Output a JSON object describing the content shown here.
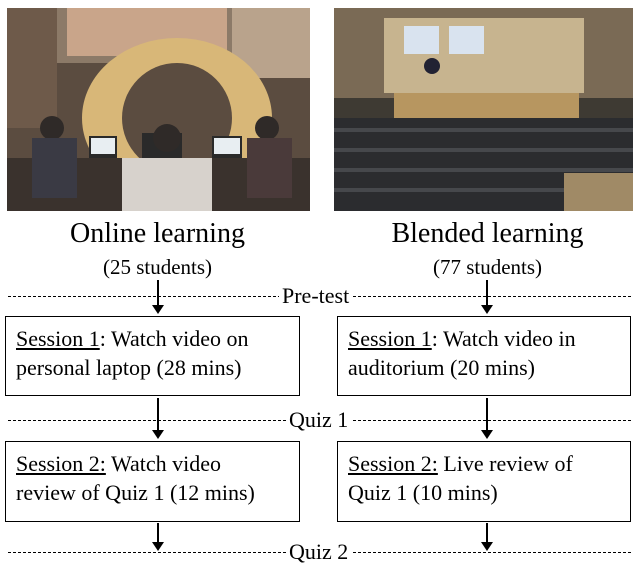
{
  "columns": {
    "left": {
      "title": "Online learning",
      "subtitle": "(25 students)"
    },
    "right": {
      "title": "Blended learning",
      "subtitle": "(77 students)"
    }
  },
  "checkpoints": {
    "pretest": "Pre-test",
    "quiz1": "Quiz 1",
    "quiz2": "Quiz 2"
  },
  "boxes": {
    "left1": {
      "session": "Session 1",
      "sep": ": ",
      "text1": "Watch video on",
      "text2": "personal laptop (28 mins)"
    },
    "right1": {
      "session": "Session 1",
      "sep": ": ",
      "text1": "Watch video in",
      "text2": "auditorium (20 mins)"
    },
    "left2": {
      "session": "Session 2:",
      "sep": " ",
      "text1": "Watch video",
      "text2": "review of Quiz 1 (12 mins)"
    },
    "right2": {
      "session": "Session 2:",
      "sep": " ",
      "text1": "Live review of",
      "text2": "Quiz 1 (10 mins)"
    }
  },
  "colors": {
    "line": "#000000",
    "box_border": "#000000"
  }
}
